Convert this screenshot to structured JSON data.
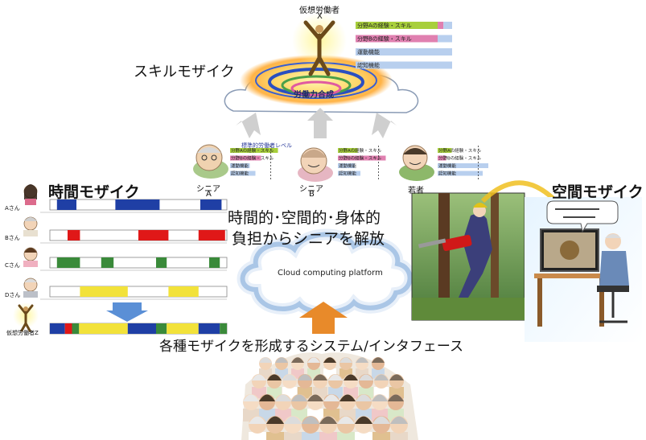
{
  "colors": {
    "blue": "#1f3fa5",
    "red": "#e01818",
    "green": "#3a8a3a",
    "yellow": "#f2e23a",
    "skill_a": "#a8cf3c",
    "skill_b": "#e080b0",
    "physical": "#b8cfee",
    "cognitive": "#b8cfee",
    "arrow_orange": "#e88a2a",
    "arrow_blue": "#5a8fd6",
    "arrow_gray": "#cfcfcf"
  },
  "skill_mosaic": {
    "title": "スキルモザイク",
    "virtual_worker_label": "仮想労働者",
    "virtual_worker_letter": "X",
    "composite_label": "労働力合成",
    "bars": [
      {
        "label": "分野Aの経験・スキル",
        "segments": [
          {
            "color": "skill_a",
            "value": 0.85
          },
          {
            "color": "skill_b",
            "value": 0.06
          },
          {
            "color": "physical",
            "value": 0.09
          }
        ]
      },
      {
        "label": "分野Bの経験・スキル",
        "segments": [
          {
            "color": "skill_b",
            "value": 0.85
          },
          {
            "color": "physical",
            "value": 0.15
          }
        ]
      },
      {
        "label": "運動機能",
        "segments": [
          {
            "color": "physical",
            "value": 1.0
          }
        ]
      },
      {
        "label": "認知機能",
        "segments": [
          {
            "color": "physical",
            "value": 1.0
          }
        ]
      }
    ]
  },
  "standard_level_label": "標準的労働者レベル",
  "workers": [
    {
      "name": "シニア",
      "letter": "A",
      "skills": [
        "分野Aの経験・スキル",
        "分野Bの経験・スキル",
        "運動機能",
        "認知機能"
      ],
      "levels": [
        0.85,
        0.55,
        0.35,
        0.45
      ],
      "colors": [
        "skill_a",
        "skill_b",
        "physical",
        "cognitive"
      ]
    },
    {
      "name": "シニア",
      "letter": "B",
      "skills": [
        "分野Aの経験・スキル",
        "分野Bの経験・スキル",
        "運動機能",
        "認知機能"
      ],
      "levels": [
        0.35,
        0.85,
        0.3,
        0.4
      ],
      "colors": [
        "skill_a",
        "skill_b",
        "physical",
        "cognitive"
      ]
    },
    {
      "name": "若者",
      "letter": "",
      "skills": [
        "分野Aの経験・スキル",
        "分野Bの経験・スキル",
        "運動機能",
        "認知機能"
      ],
      "levels": [
        0.25,
        0.15,
        0.9,
        0.8
      ],
      "colors": [
        "skill_a",
        "skill_b",
        "physical",
        "cognitive"
      ]
    }
  ],
  "time_mosaic": {
    "title": "時間モザイク",
    "persons": [
      {
        "label": "Aさん",
        "color": "blue",
        "blocks": [
          [
            0.04,
            0.15
          ],
          [
            0.37,
            0.62
          ],
          [
            0.85,
            0.97
          ]
        ]
      },
      {
        "label": "Bさん",
        "color": "red",
        "blocks": [
          [
            0.1,
            0.17
          ],
          [
            0.5,
            0.67
          ],
          [
            0.84,
            0.99
          ]
        ]
      },
      {
        "label": "Cさん",
        "color": "green",
        "blocks": [
          [
            0.04,
            0.17
          ],
          [
            0.29,
            0.36
          ],
          [
            0.6,
            0.66
          ],
          [
            0.9,
            0.96
          ]
        ]
      },
      {
        "label": "Dさん",
        "color": "yellow",
        "blocks": [
          [
            0.17,
            0.44
          ],
          [
            0.67,
            0.84
          ]
        ]
      }
    ],
    "combined_label": "仮想労働者",
    "combined_letter": "Z",
    "combined_blocks": [
      {
        "color": "blue",
        "start": 0.0,
        "end": 0.085
      },
      {
        "color": "red",
        "start": 0.085,
        "end": 0.125
      },
      {
        "color": "green",
        "start": 0.125,
        "end": 0.165
      },
      {
        "color": "yellow",
        "start": 0.165,
        "end": 0.44
      },
      {
        "color": "blue",
        "start": 0.44,
        "end": 0.6
      },
      {
        "color": "green",
        "start": 0.6,
        "end": 0.66
      },
      {
        "color": "yellow",
        "start": 0.66,
        "end": 0.84
      },
      {
        "color": "blue",
        "start": 0.84,
        "end": 0.96
      },
      {
        "color": "green",
        "start": 0.96,
        "end": 1.0
      }
    ]
  },
  "space_mosaic": {
    "title": "空間モザイク"
  },
  "center": {
    "line1": "時間的･空間的･身体的",
    "line2": "負担からシニアを解放",
    "cloud_label": "Cloud computing platform",
    "bottom_label": "各種モザイクを形成するシステム/インタフェース"
  }
}
